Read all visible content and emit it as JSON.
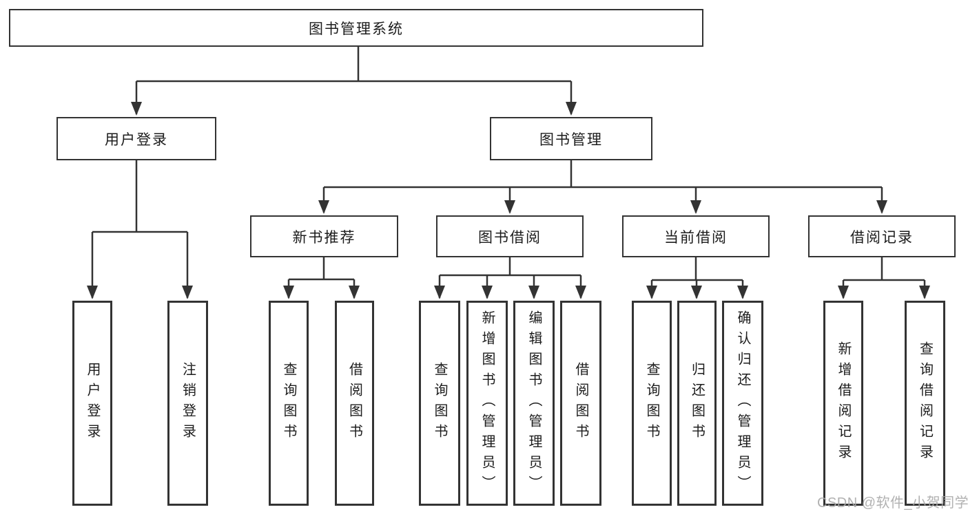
{
  "tree": {
    "label": "图书管理系统",
    "children": [
      {
        "label": "用户登录",
        "children": [
          {
            "label": "用户登录"
          },
          {
            "label": "注销登录"
          }
        ]
      },
      {
        "label": "图书管理",
        "children": [
          {
            "label": "新书推荐",
            "children": [
              {
                "label": "查询图书"
              },
              {
                "label": "借阅图书"
              }
            ]
          },
          {
            "label": "图书借阅",
            "children": [
              {
                "label": "查询图书"
              },
              {
                "label": "新增图书（管理员）"
              },
              {
                "label": "编辑图书（管理员）"
              },
              {
                "label": "借阅图书"
              }
            ]
          },
          {
            "label": "当前借阅",
            "children": [
              {
                "label": "查询图书"
              },
              {
                "label": "归还图书"
              },
              {
                "label": "确认归还（管理员）"
              }
            ]
          },
          {
            "label": "借阅记录",
            "children": [
              {
                "label": "新增借阅记录"
              },
              {
                "label": "查询借阅记录"
              }
            ]
          }
        ]
      }
    ]
  },
  "watermark": {
    "text": "CSDN @软件_小贺同学"
  },
  "colors": {
    "line": "#333333",
    "text": "#1c1c1c",
    "watermark": "#a9a9a9",
    "background": "#ffffff"
  }
}
